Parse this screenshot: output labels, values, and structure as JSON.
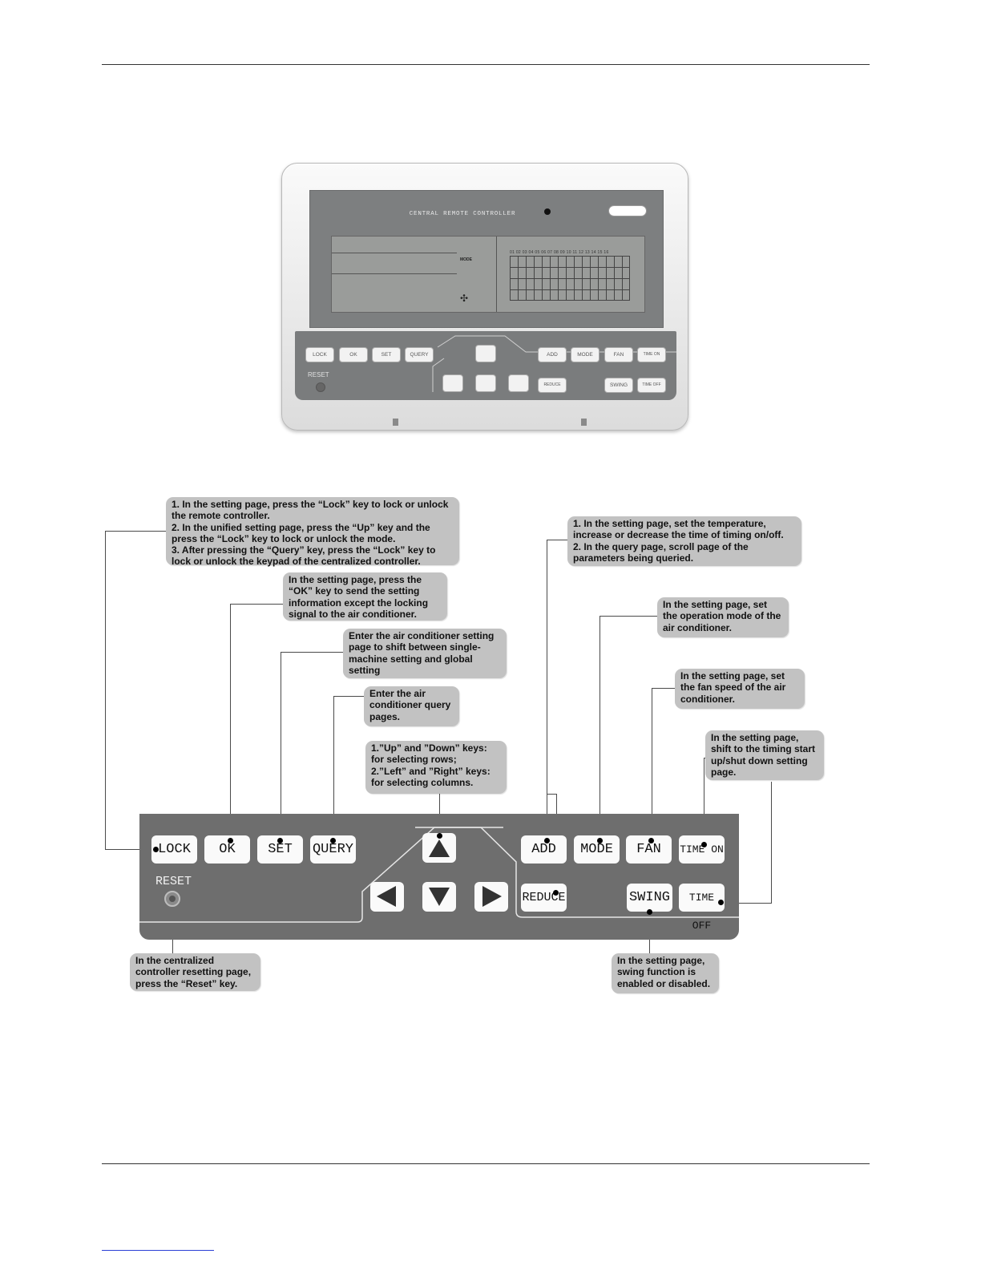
{
  "device_photo": {
    "screen_title": "CENTRAL REMOTE CONTROLLER",
    "lcd_mode": "MODE",
    "lcd_fan": "FAN",
    "lcd_numbers": "01 02 03 04 05 06 07 08 09 10 11 12 13 14 15 16",
    "keys": [
      "LOCK",
      "OK",
      "SET",
      "QUERY",
      "ADD",
      "MODE",
      "FAN",
      "TIME ON",
      "REDUCE",
      "SWING",
      "TIME OFF"
    ],
    "reset_label": "RESET"
  },
  "keypad": {
    "lock": "LOCK",
    "ok": "OK",
    "set": "SET",
    "query": "QUERY",
    "add": "ADD",
    "mode": "MODE",
    "fan": "FAN",
    "time_on": "TIME ON",
    "reduce": "REDUCE",
    "swing": "SWING",
    "time_off": "TIME OFF",
    "reset": "RESET"
  },
  "callouts": {
    "lock": "1. In the setting page, press the “Lock” key to lock or unlock the remote controller.\n2. In the unified setting page, press the “Up” key and the press the “Lock” key to lock or unlock the mode.\n3. After pressing the “Query” key, press the “Lock” key to lock or unlock the keypad of the centralized controller.",
    "ok": "In the setting page, press the “OK” key to send the setting information except the locking signal to the air conditioner.",
    "set": "Enter the air conditioner setting page to shift between single-machine setting and global setting",
    "query": "Enter the air conditioner query pages.",
    "arrows": "1.”Up” and ”Down” keys: for selecting rows;\n2.”Left” and ”Right” keys: for selecting columns.",
    "add_reduce": "1. In the setting page, set the temperature, increase or decrease the time of timing on/off.\n2. In the query page, scroll page of the parameters being queried.",
    "mode": "In the setting page, set the operation mode of the air conditioner.",
    "fan": "In the setting page, set the fan speed of the air conditioner.",
    "time": "In the setting page, shift to the timing start up/shut down setting page.",
    "reset": "In the centralized controller resetting page, press the “Reset” key.",
    "swing": "In the setting page, swing function is enabled or disabled."
  }
}
